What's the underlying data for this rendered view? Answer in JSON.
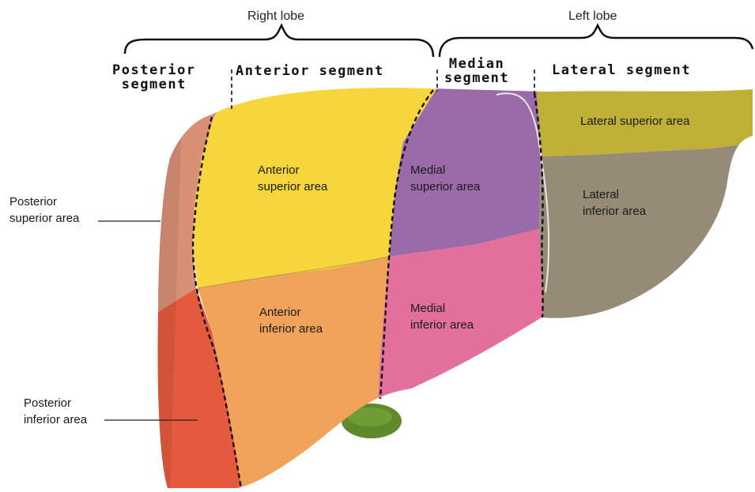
{
  "lobes": {
    "right": "Right lobe",
    "left": "Left lobe"
  },
  "segments": {
    "posterior": [
      "Posterior",
      "segment"
    ],
    "anterior": "Anterior segment",
    "median": [
      "Median",
      "segment"
    ],
    "lateral": "Lateral segment"
  },
  "areas": {
    "anterior_superior": [
      "Anterior",
      "superior area"
    ],
    "anterior_inferior": [
      "Anterior",
      "inferior area"
    ],
    "medial_superior": [
      "Medial",
      "superior area"
    ],
    "medial_inferior": [
      "Medial",
      "inferior area"
    ],
    "lateral_superior": "Lateral superior area",
    "lateral_inferior": [
      "Lateral",
      "inferior area"
    ],
    "posterior_superior": [
      "Posterior",
      "superior area"
    ],
    "posterior_inferior": [
      "Posterior",
      "inferior area"
    ]
  },
  "colors": {
    "anterior_superior": "#f7d63c",
    "anterior_inferior": "#f2a35a",
    "medial_superior": "#9b6aa8",
    "medial_inferior": "#e36f9c",
    "lateral_superior": "#bfb138",
    "lateral_inferior": "#968b76",
    "posterior_superior": "#d99074",
    "posterior_inferior": "#e35a3e",
    "gallbladder": "#5f8a2a"
  }
}
